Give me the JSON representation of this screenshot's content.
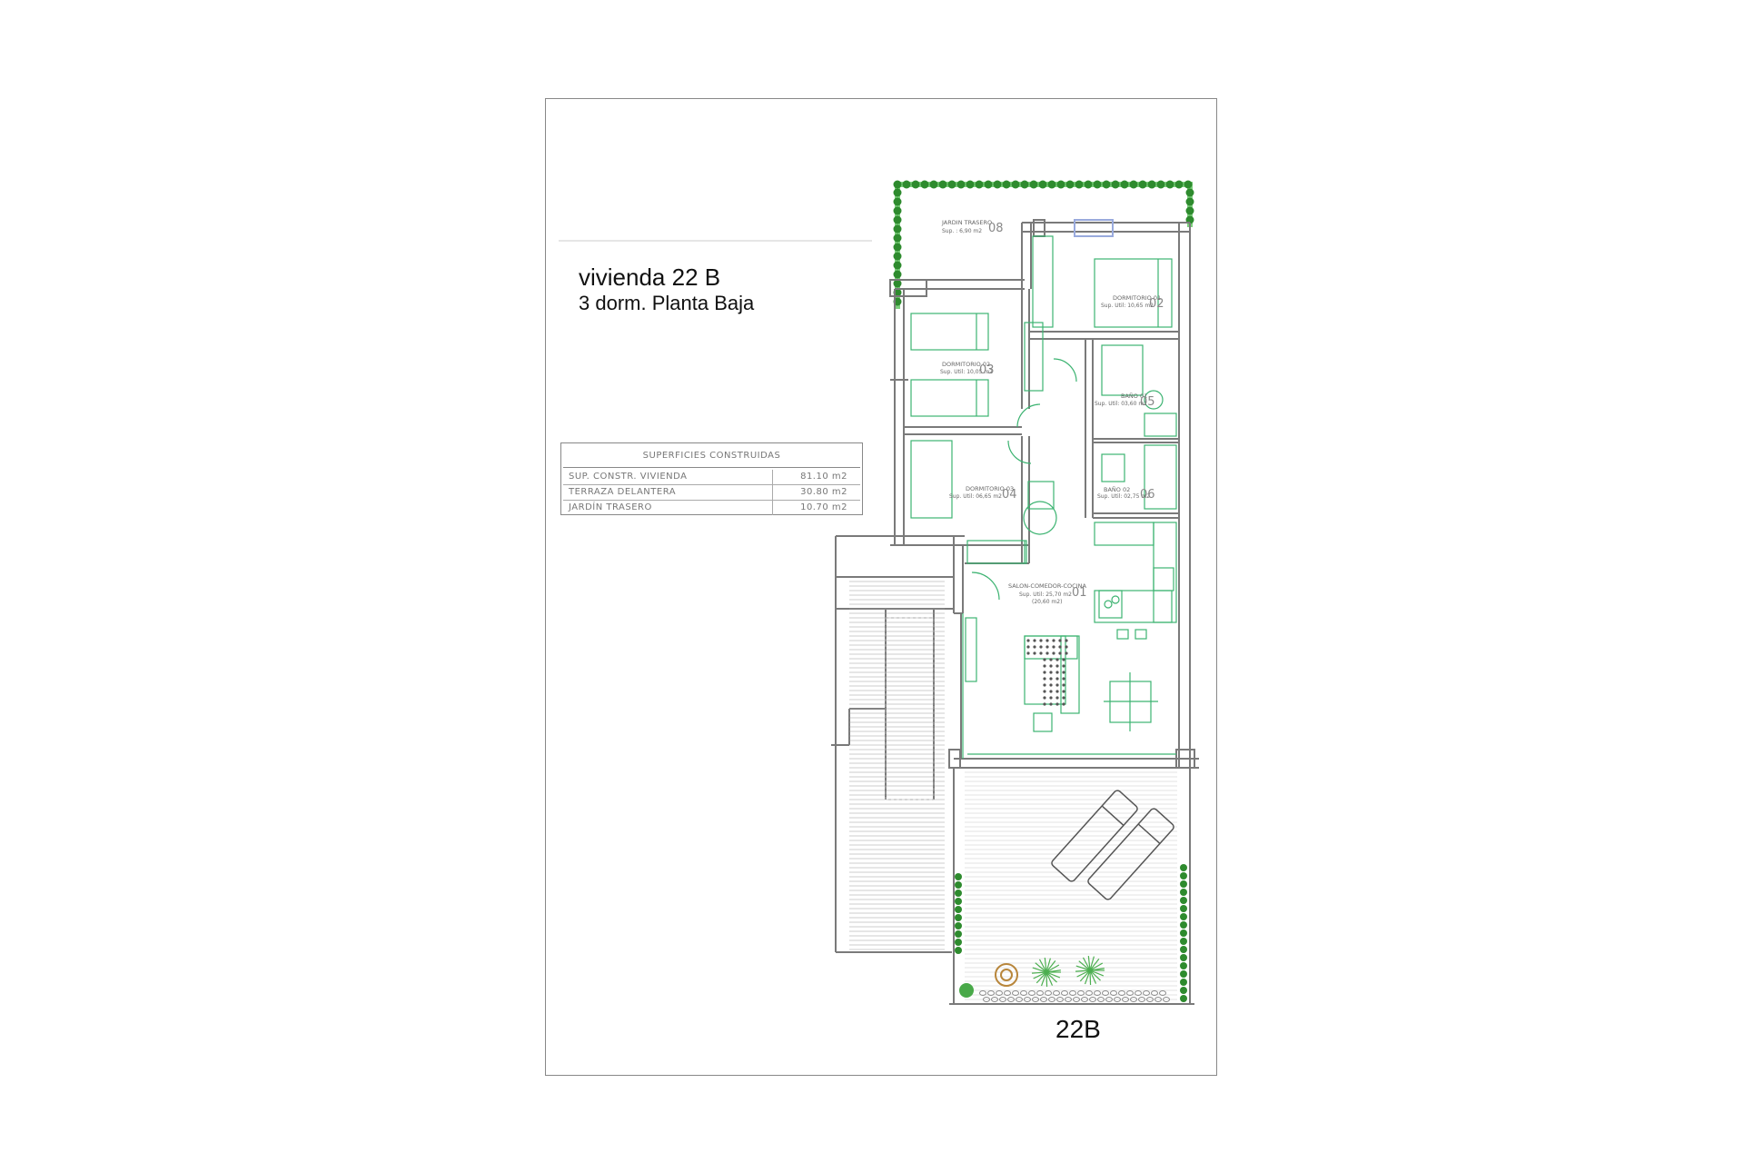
{
  "title": {
    "line1": "vivienda 22 B",
    "line2": "3 dorm.  Planta Baja"
  },
  "surfaces": {
    "header": "SUPERFICIES CONSTRUIDAS",
    "rows": [
      {
        "name": "SUP. CONSTR. VIVIENDA",
        "value": "81.10 m2"
      },
      {
        "name": "TERRAZA DELANTERA",
        "value": "30.80 m2"
      },
      {
        "name": "JARDÍN TRASERO",
        "value": "10.70 m2"
      }
    ]
  },
  "rooms": {
    "jardin": {
      "name": "JARDIN TRASERO",
      "area": "Sup. : 6,90 m2",
      "num": "08"
    },
    "dorm1": {
      "name": "DORMITORIO 01",
      "area": "Sup. Util: 10,65 m2",
      "num": "02"
    },
    "dorm2": {
      "name": "DORMITORIO 02",
      "area": "Sup. Util: 10,05 m2",
      "num": "03"
    },
    "bano1": {
      "name": "BAÑO 01",
      "area": "Sup. Util: 03,60 m2",
      "num": "05"
    },
    "dorm3": {
      "name": "DORMITORIO 03",
      "area": "Sup. Util: 06,65 m2",
      "num": "04"
    },
    "bano2": {
      "name": "BAÑO 02",
      "area": "Sup. Util: 02,75 m2",
      "num": "06"
    },
    "salon": {
      "name": "SALON-COMEDOR-COCINA",
      "area": "Sup. Util: 25,70 m2",
      "area2": "(20,60 m2)",
      "num": "01"
    }
  },
  "unit_label": "22B",
  "colors": {
    "wall": "#7a7a7a",
    "furniture": "#3cb371",
    "hedge": "#2e8b2e",
    "text": "#111111"
  }
}
